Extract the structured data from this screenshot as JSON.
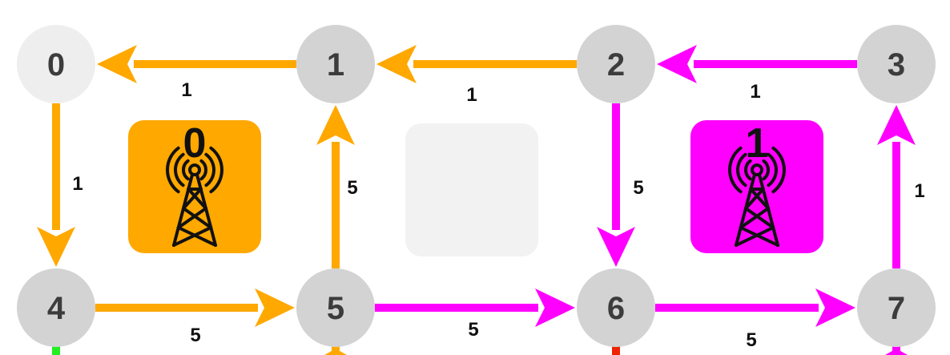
{
  "colors": {
    "orange": "#FFA800",
    "magenta": "#FF00FF",
    "green": "#22EE22",
    "red": "#EE2200",
    "node": "#D3D3D3",
    "node_light": "#EEEEEE",
    "empty_cell": "#F2F2F2",
    "text": "#3C3C3C"
  },
  "nodes": [
    {
      "id": "0",
      "label": "0",
      "style": "light"
    },
    {
      "id": "1",
      "label": "1",
      "style": "normal"
    },
    {
      "id": "2",
      "label": "2",
      "style": "normal"
    },
    {
      "id": "3",
      "label": "3",
      "style": "normal"
    },
    {
      "id": "4",
      "label": "4",
      "style": "normal"
    },
    {
      "id": "5",
      "label": "5",
      "style": "normal"
    },
    {
      "id": "6",
      "label": "6",
      "style": "normal"
    },
    {
      "id": "7",
      "label": "7",
      "style": "normal"
    }
  ],
  "edges": [
    {
      "from": "1",
      "to": "0",
      "weight": "1",
      "color": "orange"
    },
    {
      "from": "2",
      "to": "1",
      "weight": "1",
      "color": "orange"
    },
    {
      "from": "3",
      "to": "2",
      "weight": "1",
      "color": "magenta"
    },
    {
      "from": "0",
      "to": "4",
      "weight": "1",
      "color": "orange"
    },
    {
      "from": "5",
      "to": "1",
      "weight": "5",
      "color": "orange"
    },
    {
      "from": "2",
      "to": "6",
      "weight": "5",
      "color": "magenta"
    },
    {
      "from": "7",
      "to": "3",
      "weight": "1",
      "color": "magenta"
    },
    {
      "from": "4",
      "to": "5",
      "weight": "5",
      "color": "orange"
    },
    {
      "from": "5",
      "to": "6",
      "weight": "5",
      "color": "magenta"
    },
    {
      "from": "6",
      "to": "7",
      "weight": "5",
      "color": "magenta"
    }
  ],
  "cells": [
    {
      "label": "0",
      "color": "orange",
      "icon": "antenna-tower-icon"
    },
    {
      "label": "",
      "color": "empty_cell",
      "icon": ""
    },
    {
      "label": "1",
      "color": "magenta",
      "icon": "antenna-tower-icon"
    }
  ],
  "offscreen_edges": [
    {
      "from": "4",
      "color": "green"
    },
    {
      "from": "5",
      "color": "orange"
    },
    {
      "from": "6",
      "color": "red"
    },
    {
      "from": "7",
      "color": "magenta"
    }
  ]
}
